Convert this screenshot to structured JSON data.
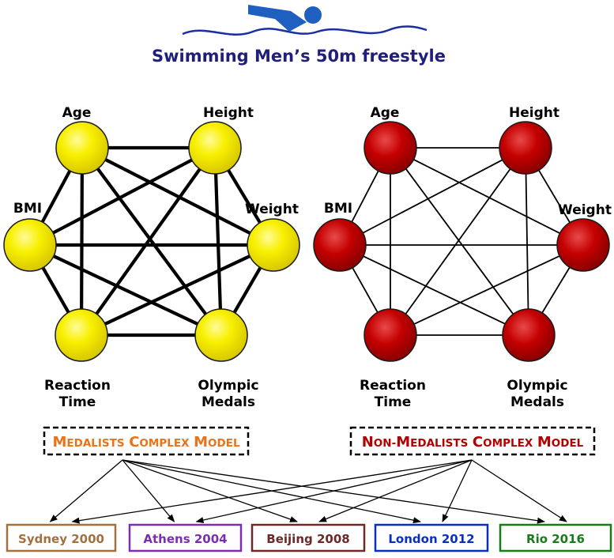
{
  "title": {
    "text": "Swimming Men’s 50m freestyle",
    "color": "#1f1f7a"
  },
  "icon": {
    "name": "swimmer-icon",
    "color": "#1f5fbf"
  },
  "networks": [
    {
      "id": "medalists",
      "node_color": "#f5ec00",
      "edge_style": "thick",
      "nodes": [
        {
          "id": "age",
          "lines": [
            "Age"
          ]
        },
        {
          "id": "height",
          "lines": [
            "Height"
          ]
        },
        {
          "id": "weight",
          "lines": [
            "Weight"
          ]
        },
        {
          "id": "olympic-medals",
          "lines": [
            "Olympic",
            "Medals"
          ]
        },
        {
          "id": "reaction-time",
          "lines": [
            "Reaction",
            "Time"
          ]
        },
        {
          "id": "bmi",
          "lines": [
            "BMI"
          ]
        }
      ]
    },
    {
      "id": "non-medalists",
      "node_color": "#c00000",
      "edge_style": "thin",
      "nodes": [
        {
          "id": "age",
          "lines": [
            "Age"
          ]
        },
        {
          "id": "height",
          "lines": [
            "Height"
          ]
        },
        {
          "id": "weight",
          "lines": [
            "Weight"
          ]
        },
        {
          "id": "olympic-medals",
          "lines": [
            "Olympic",
            "Medals"
          ]
        },
        {
          "id": "reaction-time",
          "lines": [
            "Reaction",
            "Time"
          ]
        },
        {
          "id": "bmi",
          "lines": [
            "BMI"
          ]
        }
      ]
    }
  ],
  "models": [
    {
      "id": "medalists-model",
      "text": "Medalists Complex Model",
      "color": "#e8731a"
    },
    {
      "id": "non-medalists-model",
      "text": "Non-Medalists Complex Model",
      "color": "#b30000"
    }
  ],
  "games": [
    {
      "id": "sydney-2000",
      "text": "Sydney 2000",
      "color": "#a07040"
    },
    {
      "id": "athens-2004",
      "text": "Athens 2004",
      "color": "#7a2fb0"
    },
    {
      "id": "beijing-2008",
      "text": "Beijing 2008",
      "color": "#6b2a2a"
    },
    {
      "id": "london-2012",
      "text": "London 2012",
      "color": "#0a2fc0"
    },
    {
      "id": "rio-2016",
      "text": "Rio 2016",
      "color": "#1a7a1a"
    }
  ]
}
